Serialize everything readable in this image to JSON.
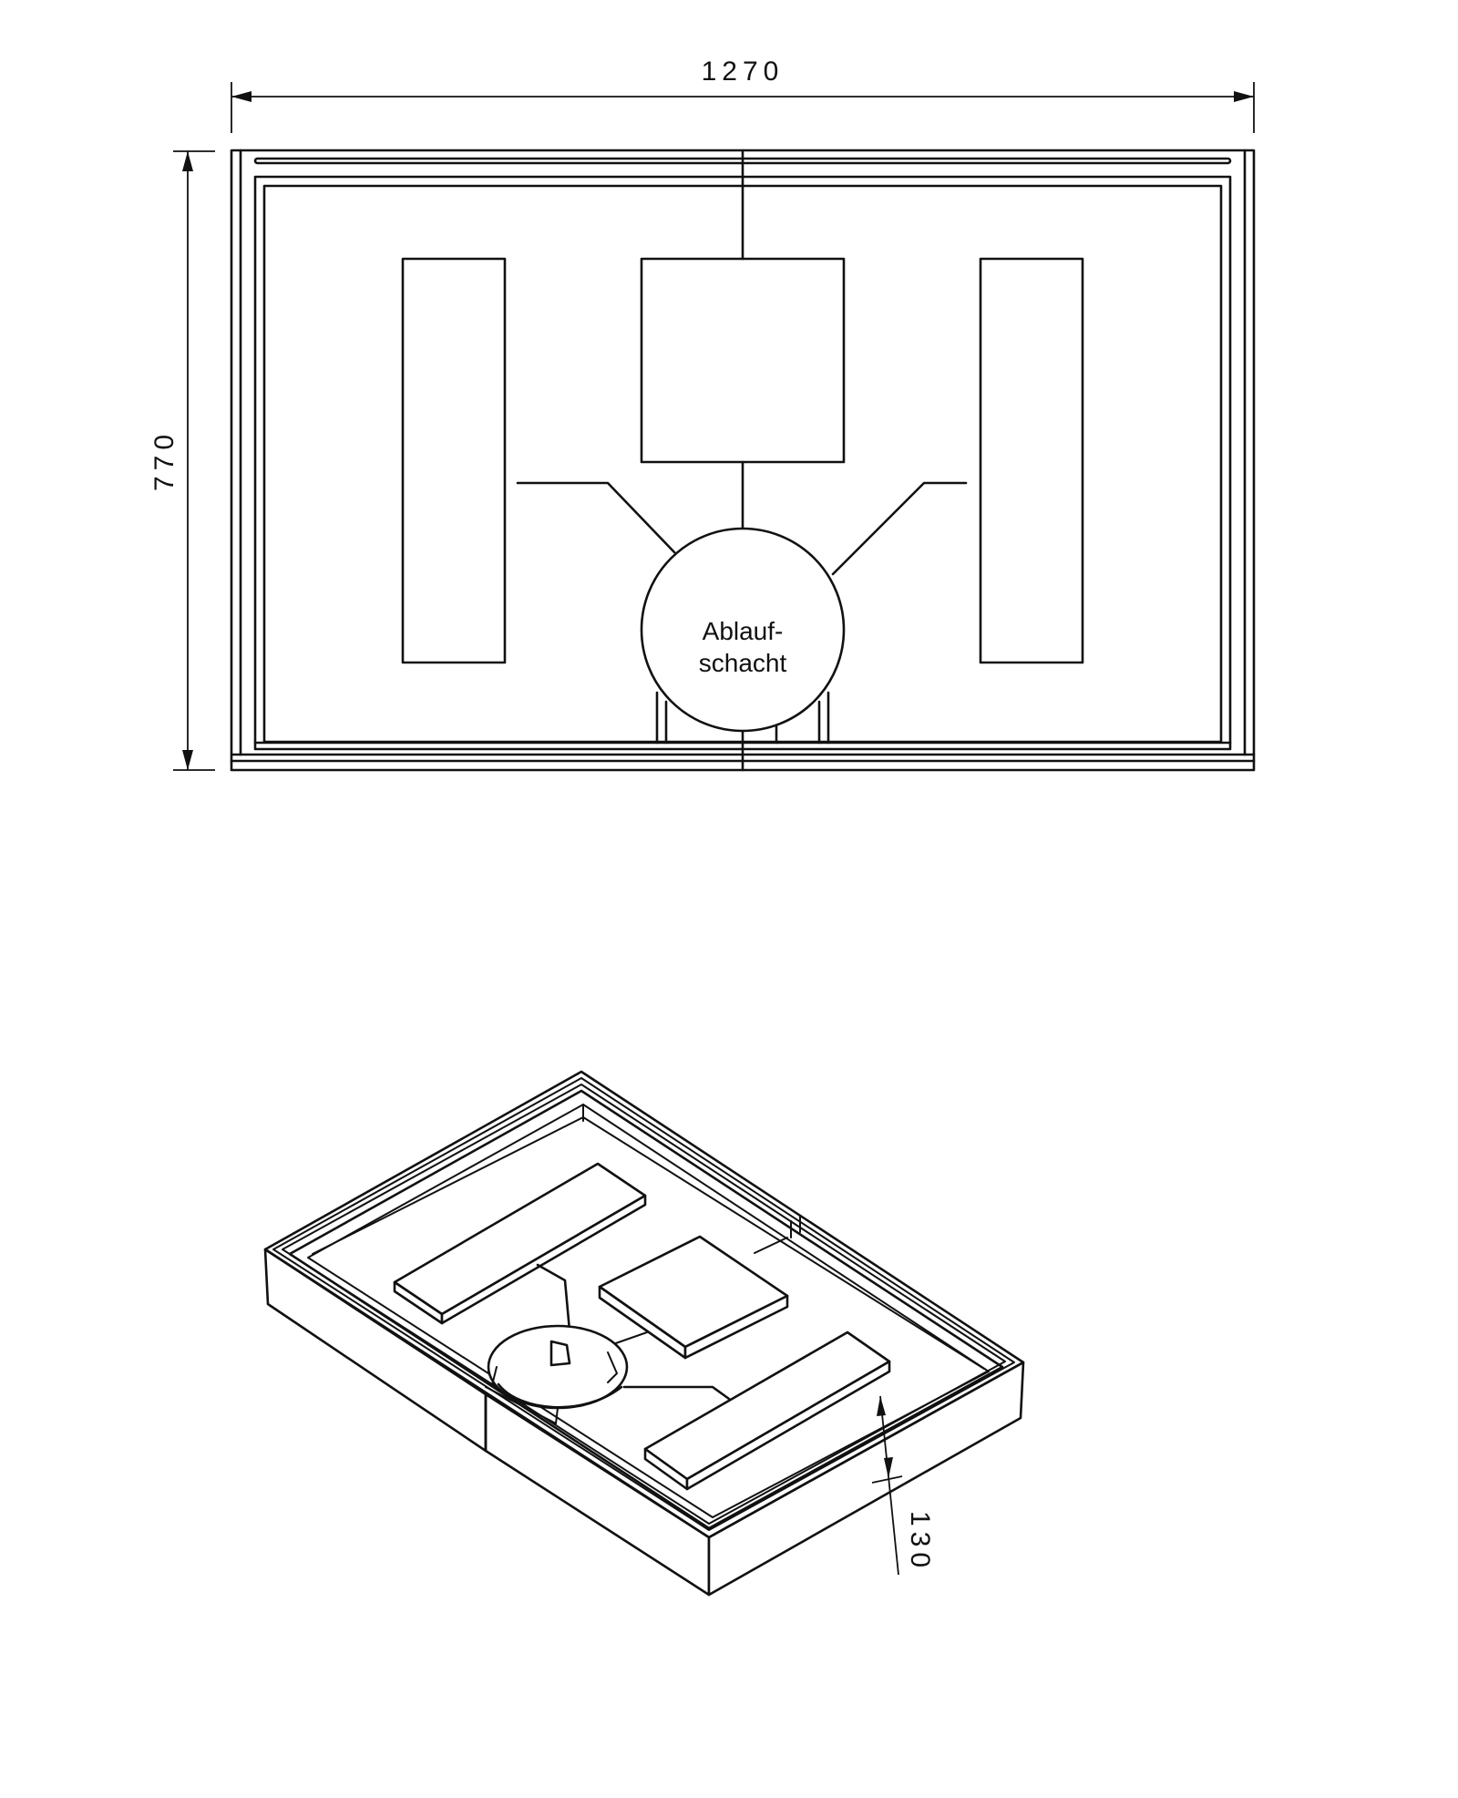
{
  "top_view": {
    "width_dimension": "1270",
    "height_dimension": "770",
    "drain_label_line1": "Ablauf-",
    "drain_label_line2": "schacht"
  },
  "iso_view": {
    "depth_dimension": "130"
  }
}
